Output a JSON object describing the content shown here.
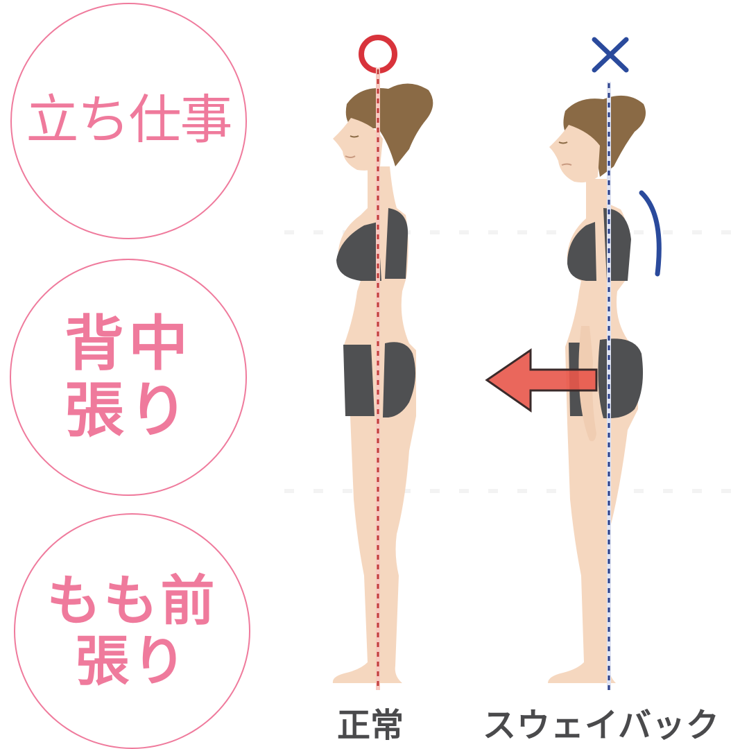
{
  "left_panel": {
    "circles": [
      {
        "lines": [
          "立ち仕事"
        ]
      },
      {
        "lines": [
          "背中",
          "張り"
        ]
      },
      {
        "lines": [
          "もも前",
          "張り"
        ]
      }
    ]
  },
  "illustration": {
    "figures": [
      {
        "mark": "○",
        "mark_color": "#d8333b",
        "line_color": "#d8333b",
        "label": "正常"
      },
      {
        "mark": "×",
        "mark_color": "#2a4a9c",
        "line_color": "#2a3f8a",
        "label": "スウェイバック"
      }
    ],
    "arrow_color": "#e8574a",
    "curve_color": "#2a4a9c",
    "skin_color": "#f5d7bf",
    "hair_color": "#8a6a45",
    "clothing_color": "#4f5052"
  },
  "colors": {
    "accent_pink": "#ef7a9c",
    "label_text": "#4a4a4c"
  }
}
